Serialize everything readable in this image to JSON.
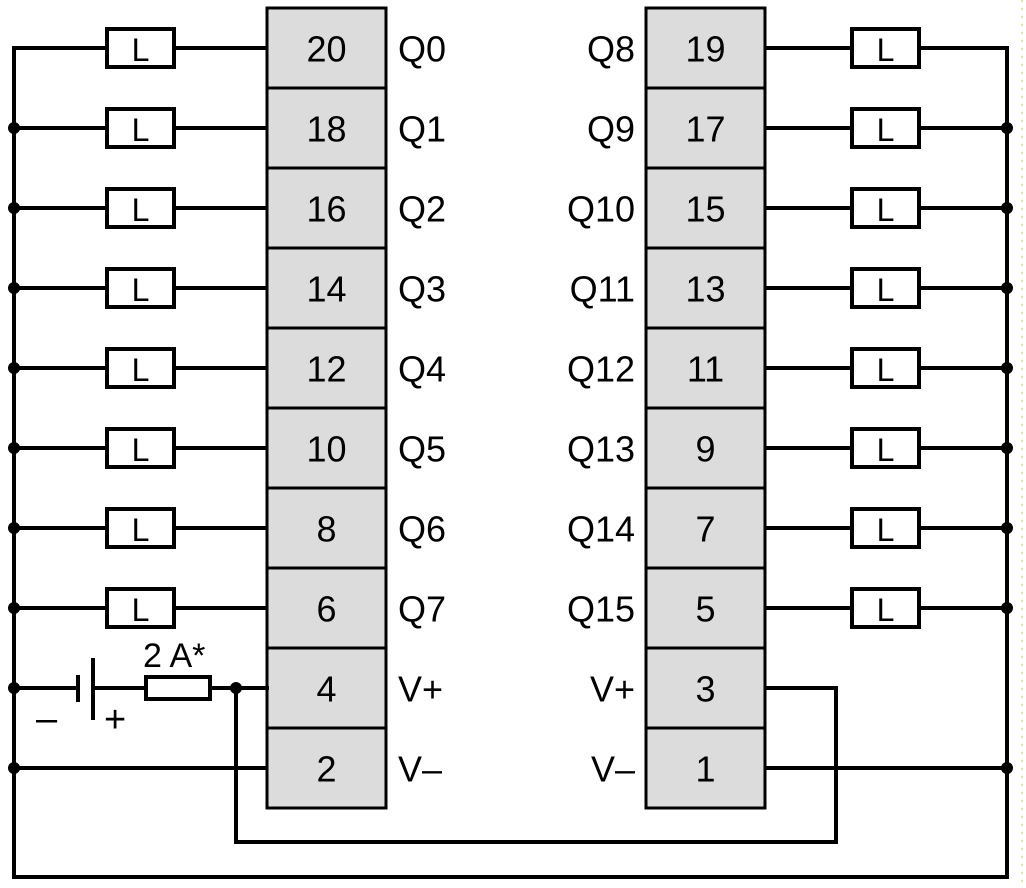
{
  "diagram": {
    "type": "wiring-diagram",
    "left_block": {
      "rows": [
        {
          "terminal": "20",
          "signal": "Q0",
          "load": "L"
        },
        {
          "terminal": "18",
          "signal": "Q1",
          "load": "L"
        },
        {
          "terminal": "16",
          "signal": "Q2",
          "load": "L"
        },
        {
          "terminal": "14",
          "signal": "Q3",
          "load": "L"
        },
        {
          "terminal": "12",
          "signal": "Q4",
          "load": "L"
        },
        {
          "terminal": "10",
          "signal": "Q5",
          "load": "L"
        },
        {
          "terminal": "8",
          "signal": "Q6",
          "load": "L"
        },
        {
          "terminal": "6",
          "signal": "Q7",
          "load": "L"
        },
        {
          "terminal": "4",
          "signal": "V+",
          "load": ""
        },
        {
          "terminal": "2",
          "signal": "V–",
          "load": ""
        }
      ]
    },
    "right_block": {
      "rows": [
        {
          "terminal": "19",
          "signal": "Q8",
          "load": "L"
        },
        {
          "terminal": "17",
          "signal": "Q9",
          "load": "L"
        },
        {
          "terminal": "15",
          "signal": "Q10",
          "load": "L"
        },
        {
          "terminal": "13",
          "signal": "Q11",
          "load": "L"
        },
        {
          "terminal": "11",
          "signal": "Q12",
          "load": "L"
        },
        {
          "terminal": "9",
          "signal": "Q13",
          "load": "L"
        },
        {
          "terminal": "7",
          "signal": "Q14",
          "load": "L"
        },
        {
          "terminal": "5",
          "signal": "Q15",
          "load": "L"
        },
        {
          "terminal": "3",
          "signal": "V+",
          "load": ""
        },
        {
          "terminal": "1",
          "signal": "V–",
          "load": ""
        }
      ]
    },
    "power_supply": {
      "fuse_label": "2 A*",
      "battery_minus": "–",
      "battery_plus": "+"
    },
    "colors": {
      "terminal_fill": "#dcdcdd",
      "line": "#000000",
      "background": "#ffffff"
    }
  }
}
